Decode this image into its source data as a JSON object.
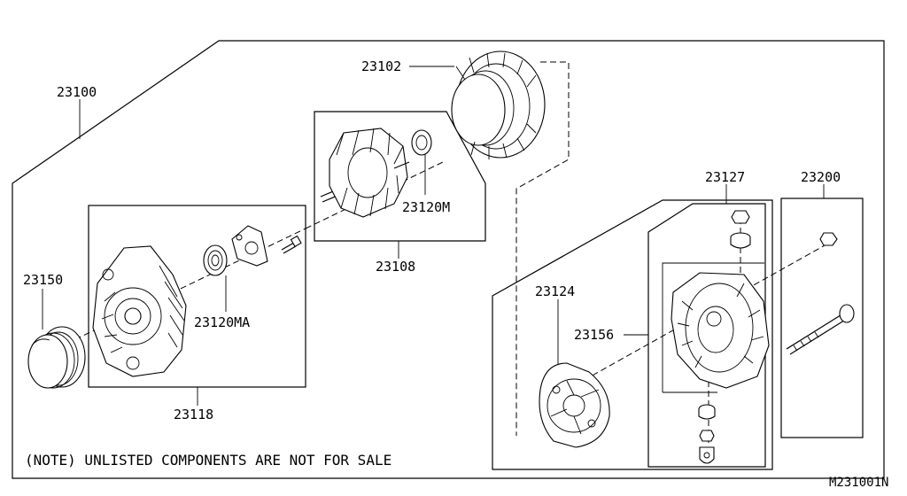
{
  "labels": {
    "assembly": "23100",
    "stator": "23102",
    "rotor": "23108",
    "bearing_rear": "23120M",
    "bearing_front": "23120MA",
    "front_cover": "23118",
    "pulley": "23150",
    "rear_cover_assy": "23127",
    "bolt": "23200",
    "regulator": "23124",
    "rear_cover": "23156"
  },
  "note": "(NOTE) UNLISTED COMPONENTS ARE NOT FOR SALE",
  "diagram_code": "M231001N"
}
